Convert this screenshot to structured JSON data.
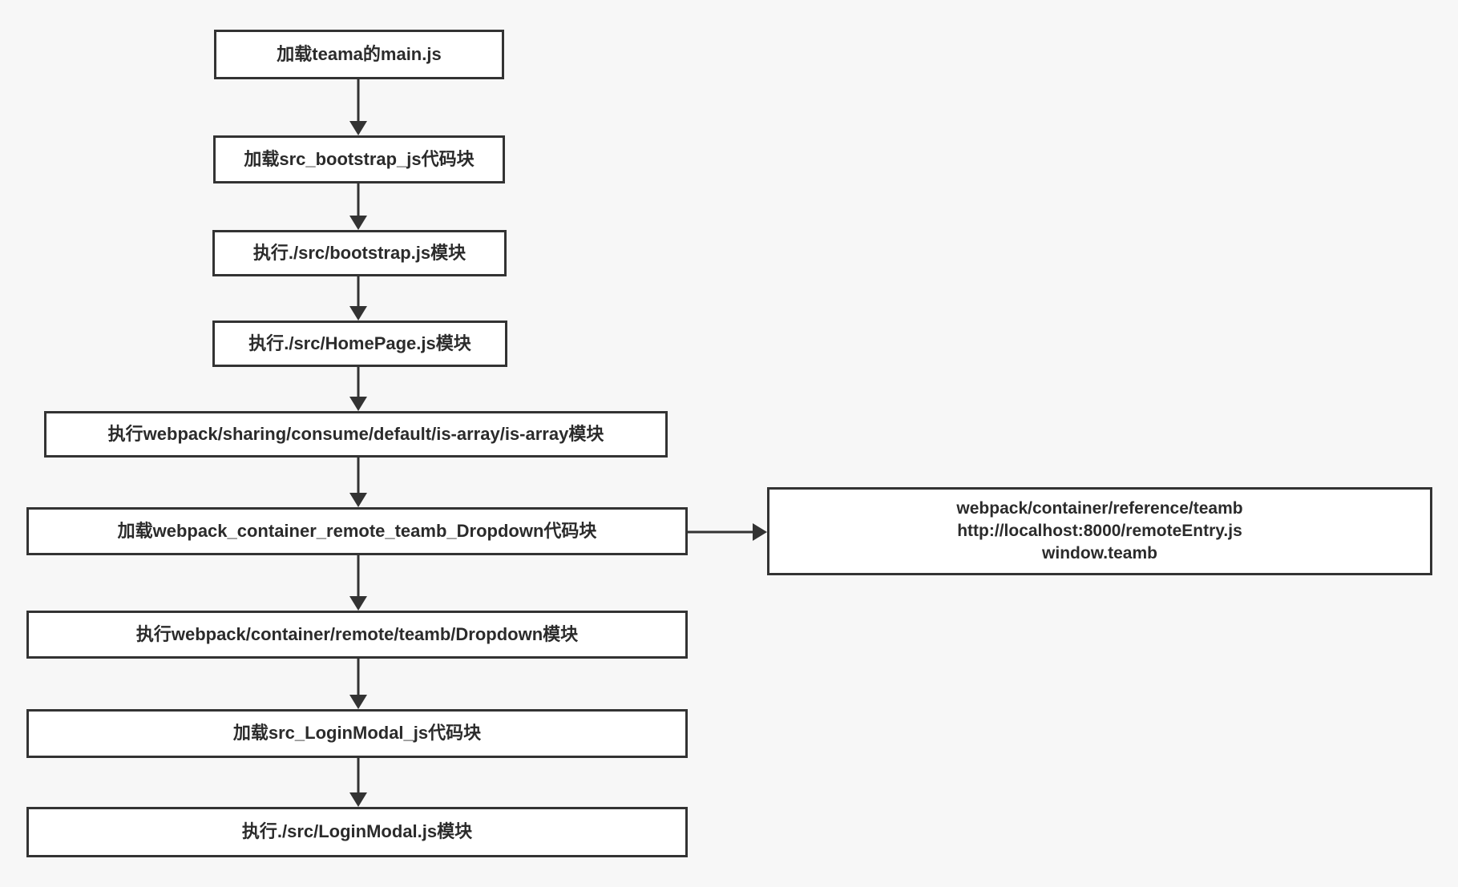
{
  "canvas": {
    "background": "#f7f7f7",
    "node_fill": "#ffffff",
    "node_border": "#333333",
    "text_color": "#2b2b2b",
    "arrow_color": "#333333"
  },
  "flowchart": {
    "nodes": [
      {
        "label": "加载teama的main.js"
      },
      {
        "label": "加载src_bootstrap_js代码块"
      },
      {
        "label": "执行./src/bootstrap.js模块"
      },
      {
        "label": "执行./src/HomePage.js模块"
      },
      {
        "label": "执行webpack/sharing/consume/default/is-array/is-array模块"
      },
      {
        "label": "加载webpack_container_remote_teamb_Dropdown代码块"
      },
      {
        "label": "执行webpack/container/remote/teamb/Dropdown模块"
      },
      {
        "label": "加载src_LoginModal_js代码块"
      },
      {
        "label": "执行./src/LoginModal.js模块"
      }
    ],
    "reference_node": {
      "lines": [
        "webpack/container/reference/teamb",
        "http://localhost:8000/remoteEntry.js",
        "window.teamb"
      ]
    }
  }
}
